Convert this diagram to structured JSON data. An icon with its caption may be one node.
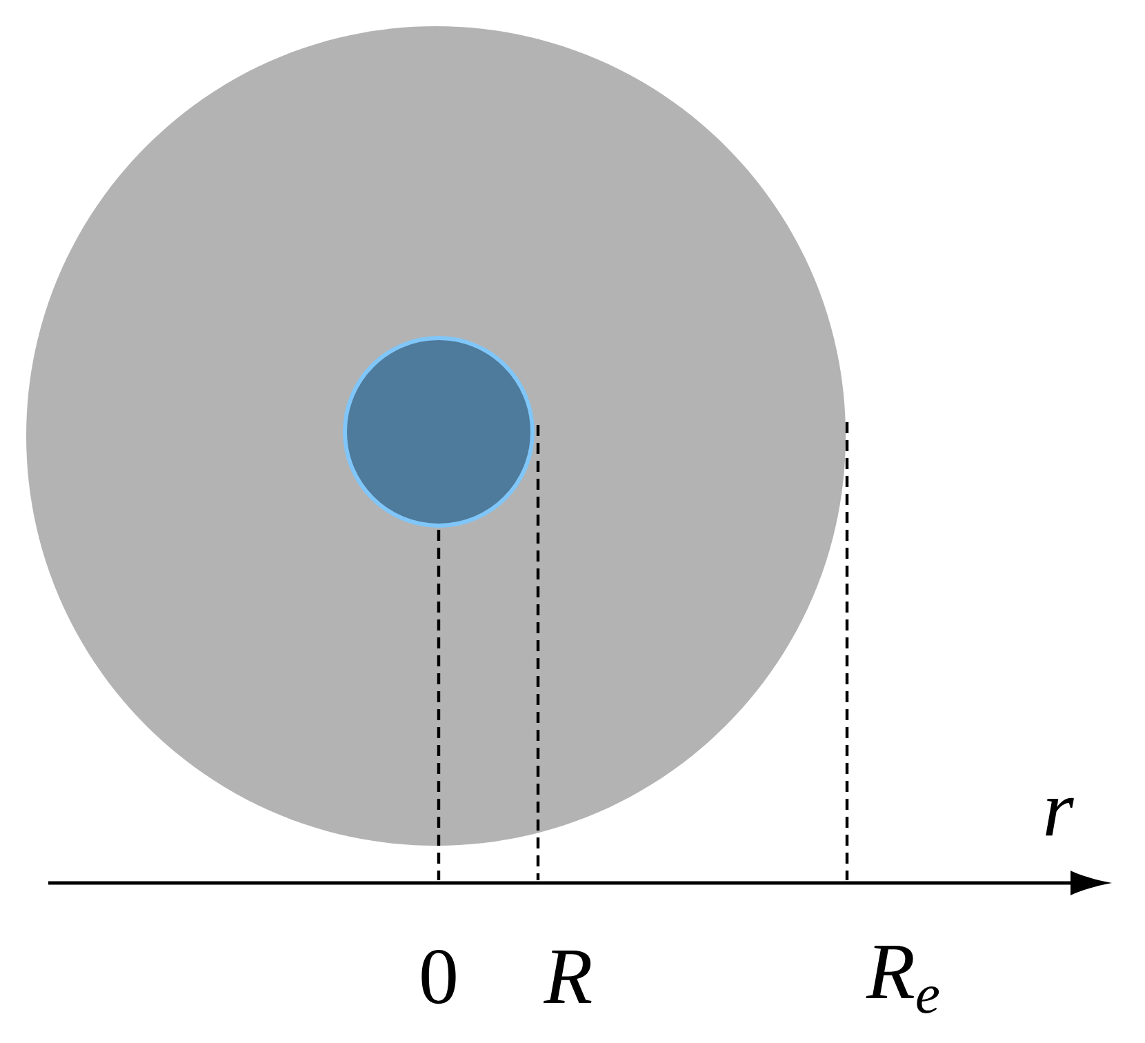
{
  "diagram": {
    "labels": [
      "r",
      "0",
      "R",
      "R$_{e}$"
    ]
  }
}
